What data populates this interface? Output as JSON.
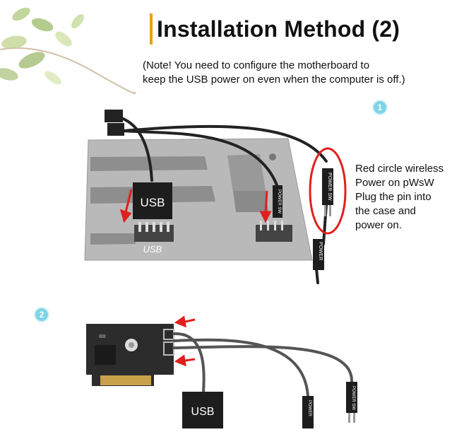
{
  "title": "Installation Method (2)",
  "note": {
    "line1": "(Note! You need to configure the motherboard to",
    "line2": "keep the USB power on even when the computer is off.)"
  },
  "steps": {
    "one": "1",
    "two": "2"
  },
  "side_note": {
    "line1": "Red circle wireless",
    "line2": "Power on pWsW",
    "line3": "Plug the pin into",
    "line4": "the case and",
    "line5": "power on."
  },
  "labels": {
    "usb_top": "USB",
    "usb_board": "USB",
    "usb_bottom": "USB",
    "power_sw": "POWER SW",
    "power": "POWER"
  },
  "colors": {
    "accent_bar": "#e8a10f",
    "badge": "#7ed4e6",
    "highlight_circle": "#e0201d",
    "arrow": "#e0201d"
  }
}
